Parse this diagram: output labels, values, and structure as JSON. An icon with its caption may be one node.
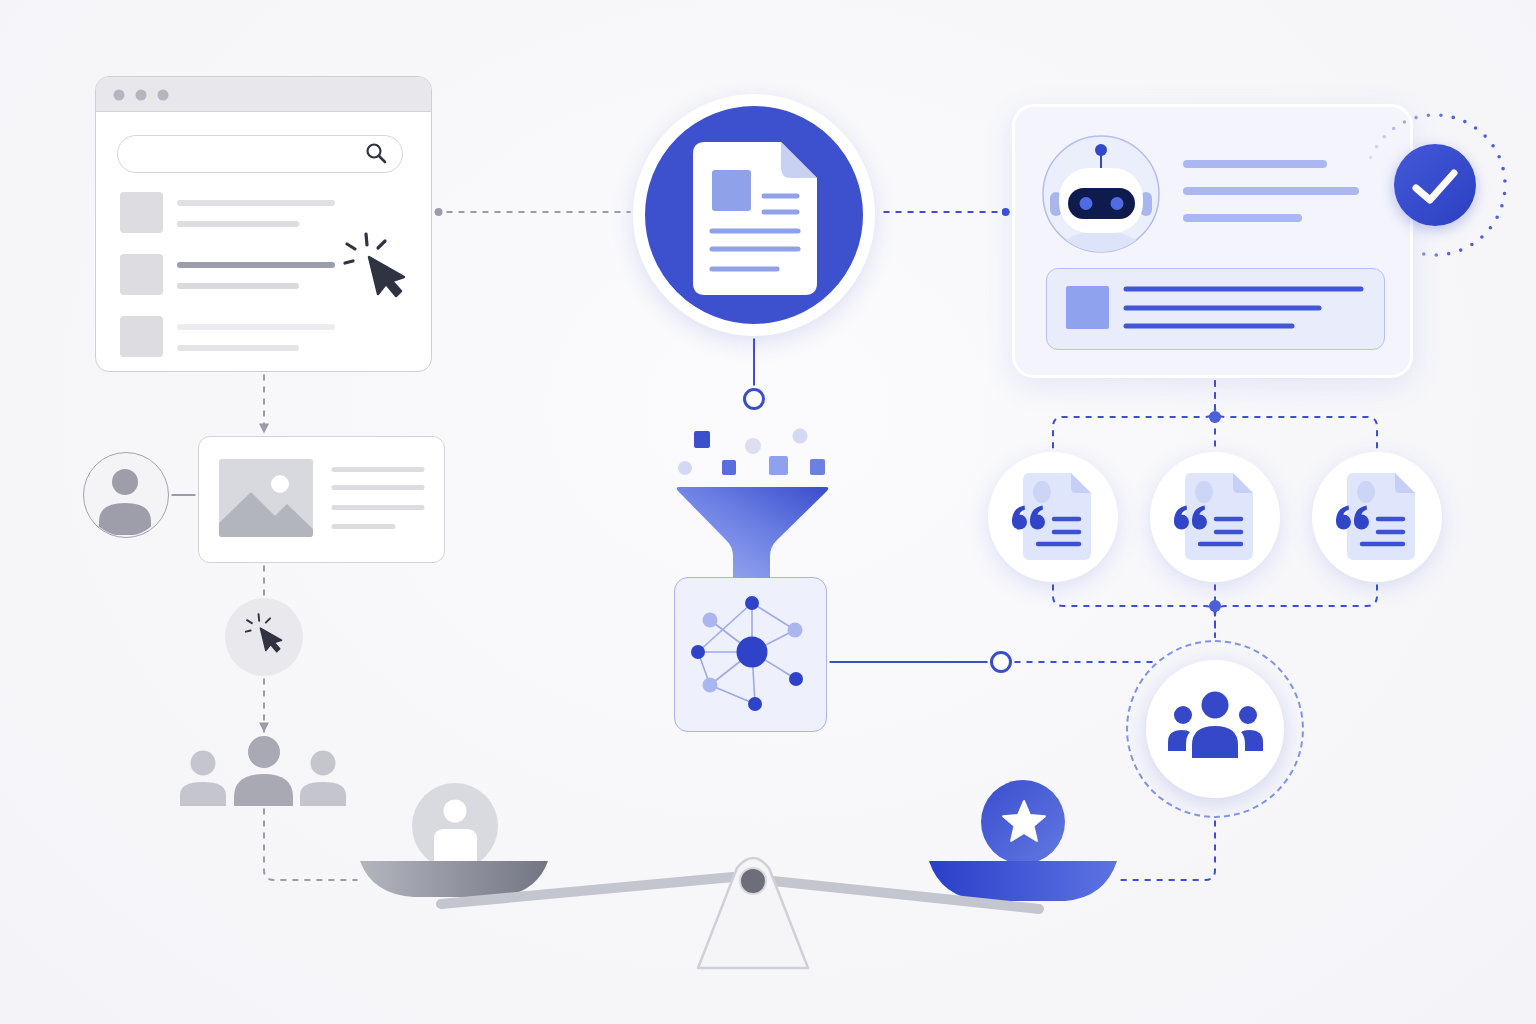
{
  "diagram": {
    "nodes": [
      {
        "text": [],
        "shape": "box"
      },
      {
        "text": [],
        "shape": "circle"
      },
      {
        "text": [],
        "shape": "box"
      },
      {
        "text": [],
        "shape": "circle"
      },
      {
        "text": [],
        "shape": "person"
      },
      {
        "text": [],
        "shape": "circle"
      },
      {
        "text": [],
        "shape": "circle"
      },
      {
        "text": [],
        "shape": "picture"
      },
      {
        "text": [],
        "shape": "box"
      },
      {
        "text": [],
        "shape": "circle"
      },
      {
        "text": [],
        "shape": "box"
      },
      {
        "text": [],
        "shape": "circle"
      },
      {
        "text": [],
        "shape": "circle"
      },
      {
        "text": [],
        "shape": "circle"
      },
      {
        "text": [],
        "shape": "circle"
      },
      {
        "text": [],
        "shape": "circle"
      },
      {
        "text": [],
        "shape": "bowl"
      },
      {
        "text": [],
        "shape": "bowl"
      }
    ],
    "edges": [
      {
        "from": 0,
        "to": 2,
        "arrow": "to",
        "style": "dashed",
        "color": "#9a9da8"
      },
      {
        "from": 1,
        "to": 2,
        "arrow": "none",
        "color": "#9a9da8"
      },
      {
        "from": 2,
        "to": 3,
        "arrow": "none",
        "style": "dashed",
        "color": "#9a9da8"
      },
      {
        "from": 3,
        "to": 4,
        "arrow": "to",
        "style": "dashed",
        "color": "#9a9da8"
      },
      {
        "from": 4,
        "to": 16,
        "arrow": "none",
        "style": "dashed",
        "color": "#9a9da8"
      },
      {
        "from": 0,
        "to": 5,
        "arrow": "other",
        "style": "dashed",
        "color": "#9a9da8"
      },
      {
        "from": 10,
        "to": 5,
        "arrow": "other",
        "style": "dashed"
      },
      {
        "from": 5,
        "to": 6,
        "arrow": "none"
      },
      {
        "from": 8,
        "to": 9,
        "arrow": "none"
      },
      {
        "from": 9,
        "to": 15,
        "arrow": "none",
        "style": "dashed"
      },
      {
        "from": 10,
        "to": 12,
        "arrow": "none",
        "style": "dashed"
      },
      {
        "from": 10,
        "to": 13,
        "arrow": "none",
        "style": "dashed"
      },
      {
        "from": 10,
        "to": 14,
        "arrow": "none",
        "style": "dashed"
      },
      {
        "from": 12,
        "to": 15,
        "arrow": "none",
        "style": "dashed"
      },
      {
        "from": 13,
        "to": 15,
        "arrow": "none",
        "style": "dashed"
      },
      {
        "from": 14,
        "to": 15,
        "arrow": "none",
        "style": "dashed"
      },
      {
        "from": 15,
        "to": 17,
        "arrow": "none",
        "style": "dashed"
      }
    ]
  }
}
